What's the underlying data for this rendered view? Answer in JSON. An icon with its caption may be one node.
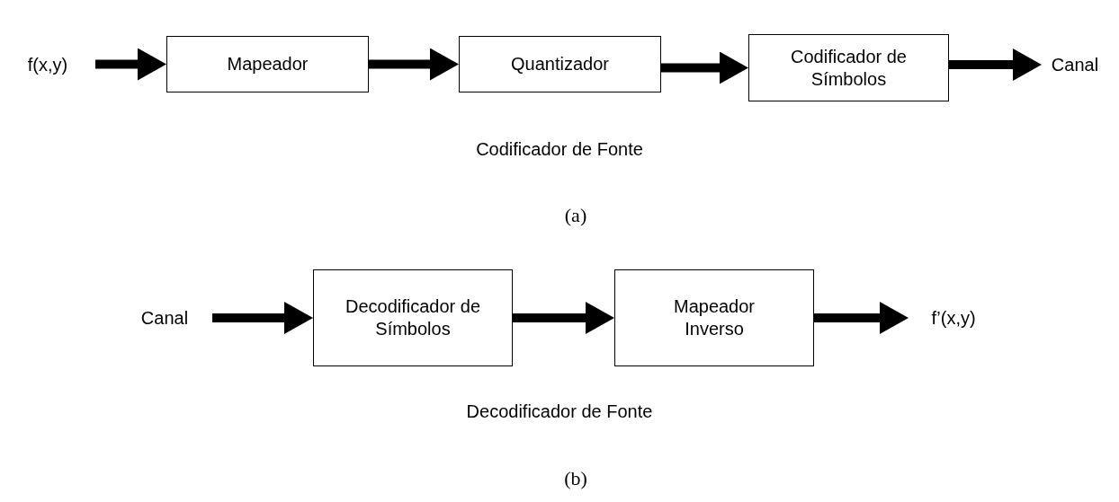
{
  "diagram": {
    "nodes": [
      {
        "text": [
          "f(x,y)"
        ]
      },
      {
        "text": [
          "Mapeador"
        ]
      },
      {
        "text": [
          "Quantizador"
        ]
      },
      {
        "text": [
          "Codificador de Símbolos"
        ]
      },
      {
        "text": [
          "Canal"
        ]
      },
      {
        "text": [
          "Canal"
        ]
      },
      {
        "text": [
          "Decodificador de Símbolos"
        ]
      },
      {
        "text": [
          "Mapeador Inverso"
        ]
      },
      {
        "text": [
          "f’(x,y)"
        ]
      }
    ],
    "edges": [
      {
        "from": 0,
        "to": 1,
        "arrow": "to"
      },
      {
        "from": 1,
        "to": 2,
        "arrow": "to"
      },
      {
        "from": 2,
        "to": 3,
        "arrow": "to"
      },
      {
        "from": 3,
        "to": 4,
        "arrow": "to"
      },
      {
        "from": 5,
        "to": 6,
        "arrow": "to"
      },
      {
        "from": 6,
        "to": 7,
        "arrow": "to"
      },
      {
        "from": 7,
        "to": 8,
        "arrow": "to"
      }
    ],
    "labels": [
      "Codificador de Fonte",
      "(a)",
      "Decodificador de Fonte",
      "(b)"
    ]
  }
}
